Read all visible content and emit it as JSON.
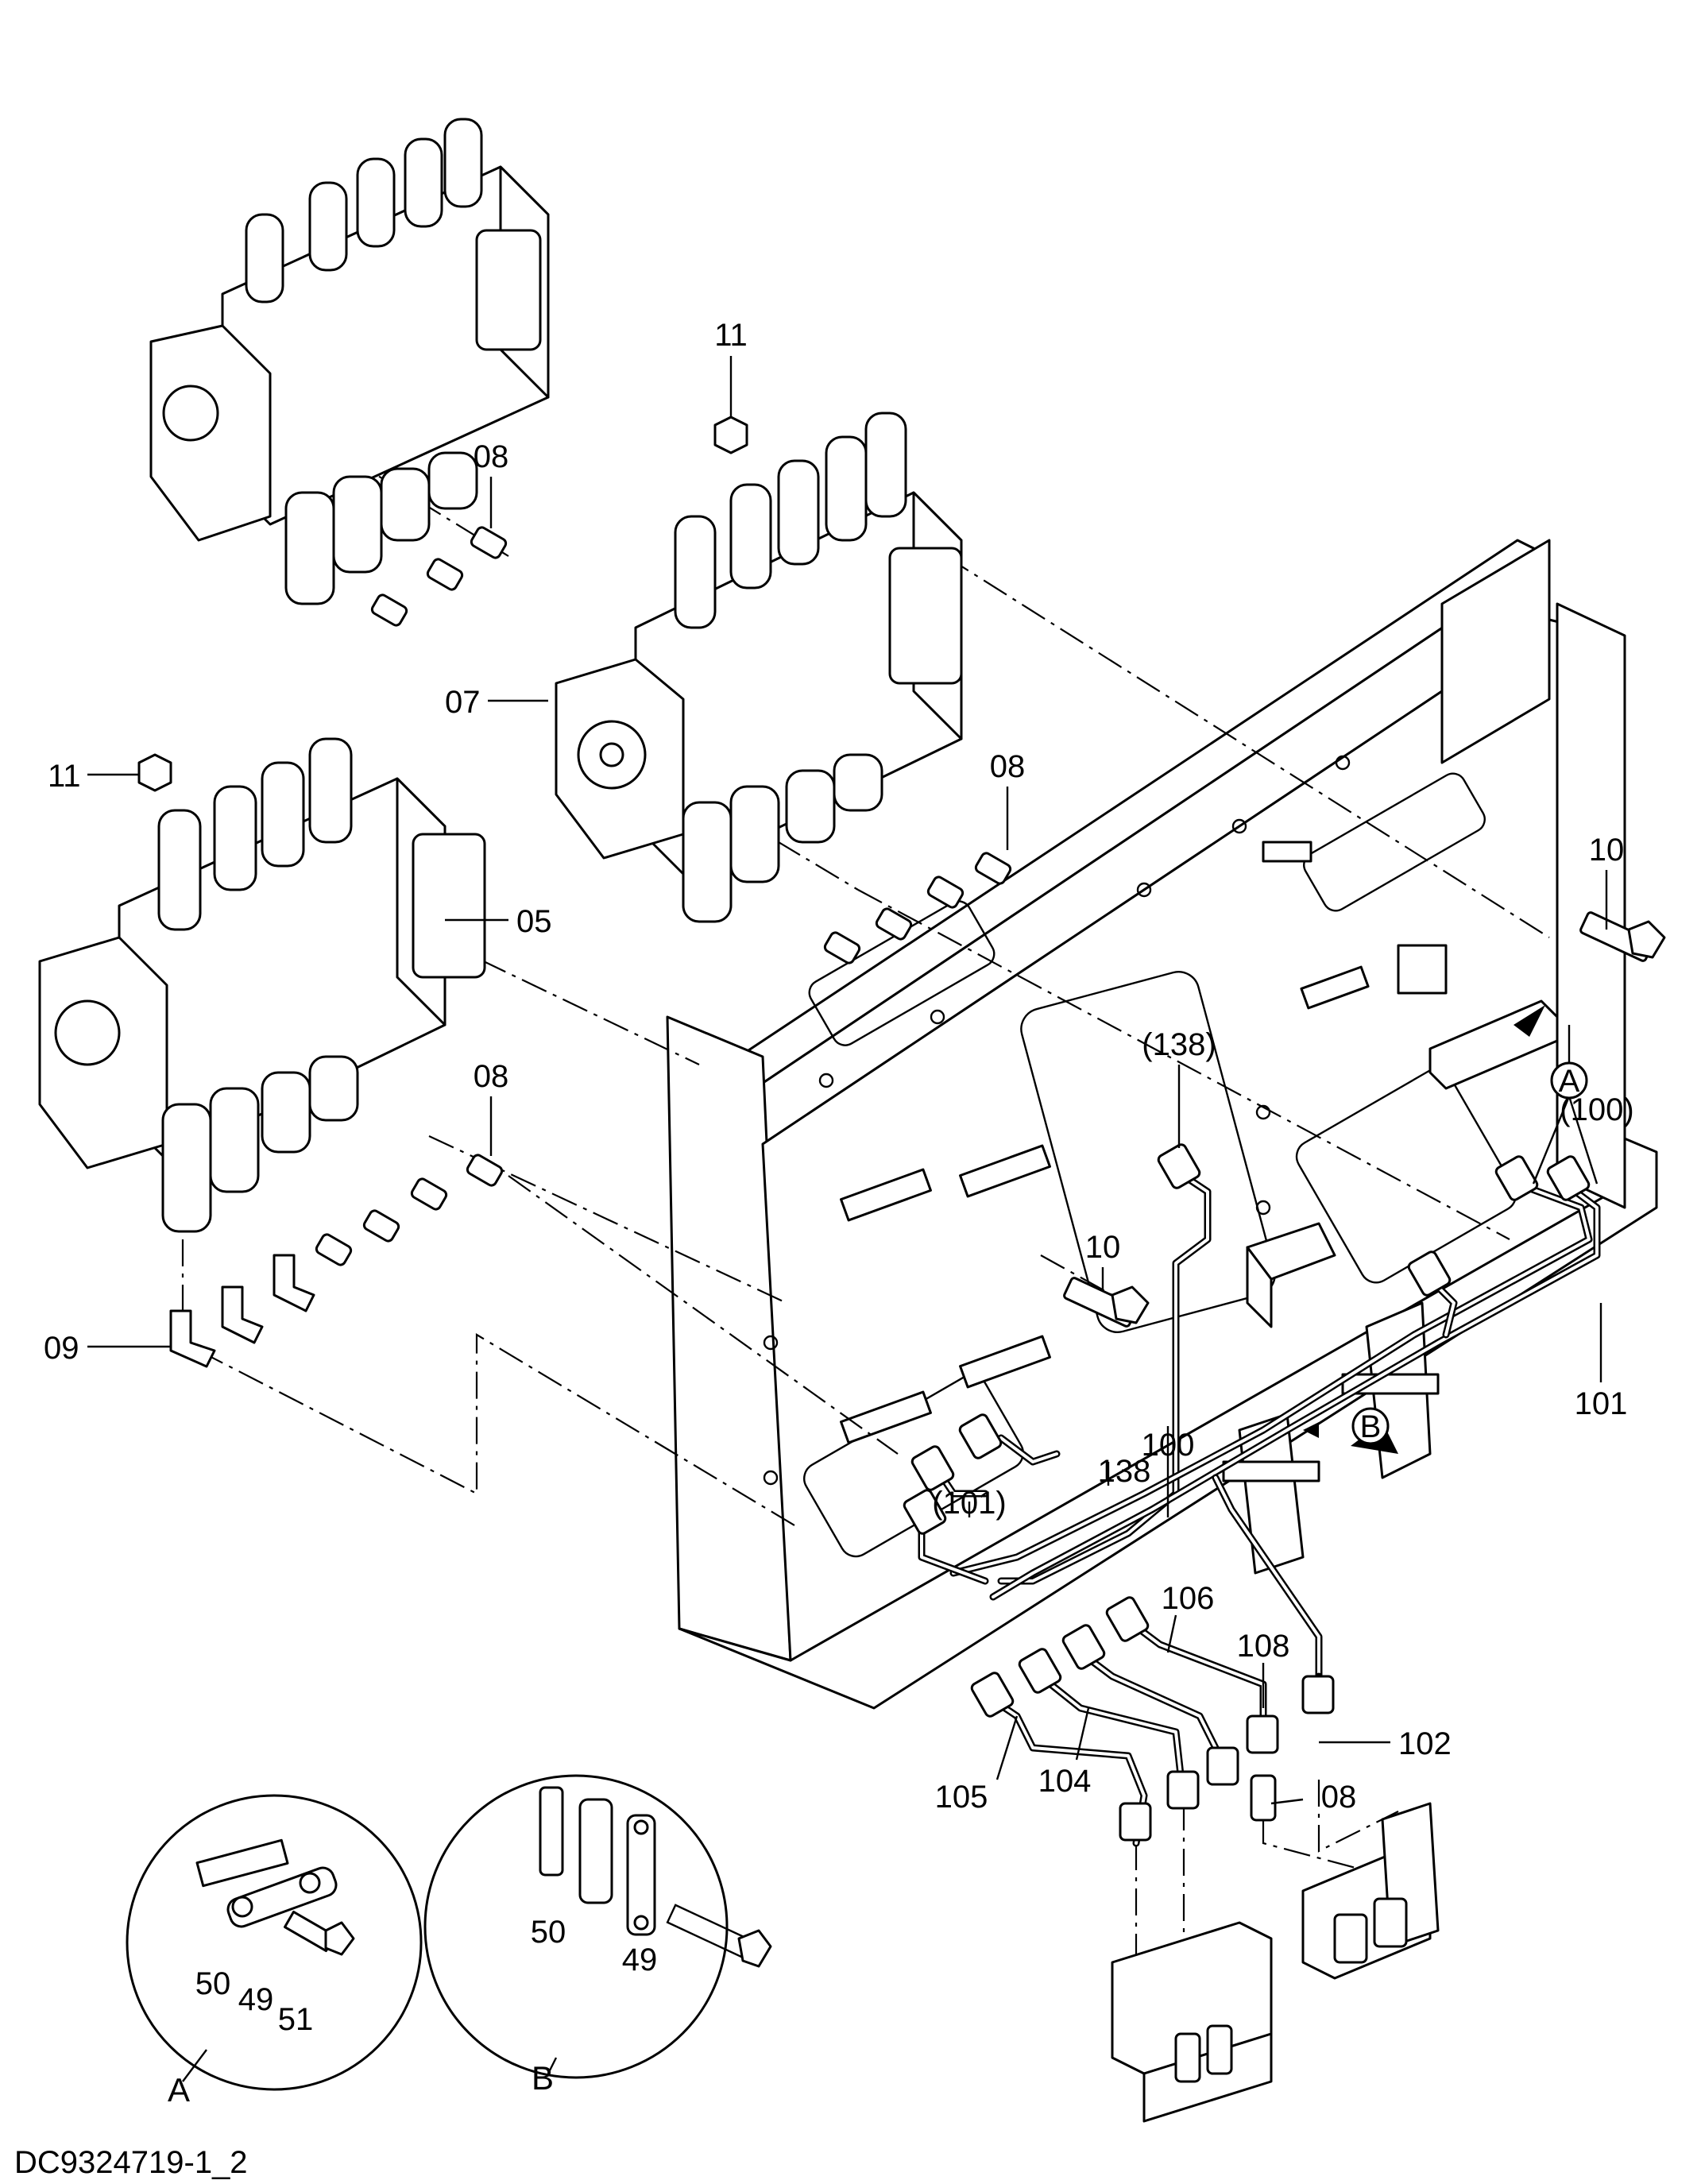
{
  "callouts": {
    "c11_top": "11",
    "c08_top": "08",
    "c07": "07",
    "c08_mid": "08",
    "c11_left": "11",
    "c05": "05",
    "c10_right": "10",
    "cA_marker": "A",
    "c100_paren": "(100)",
    "c138_paren": "(138)",
    "c08_lower": "08",
    "c10_mid": "10",
    "c09": "09",
    "c101": "101",
    "c138": "138",
    "c101_paren": "(101)",
    "cB_marker": "B",
    "c100": "100",
    "c106": "106",
    "c108": "108",
    "c102": "102",
    "c105": "105",
    "c104": "104",
    "c08_bottom": "08"
  },
  "detail_a": {
    "label_50": "50",
    "label_49": "49",
    "label_51": "51",
    "letter": "A"
  },
  "detail_b": {
    "label_50": "50",
    "label_49": "49",
    "letter": "B"
  },
  "doc_id": "DC9324719-1_2"
}
